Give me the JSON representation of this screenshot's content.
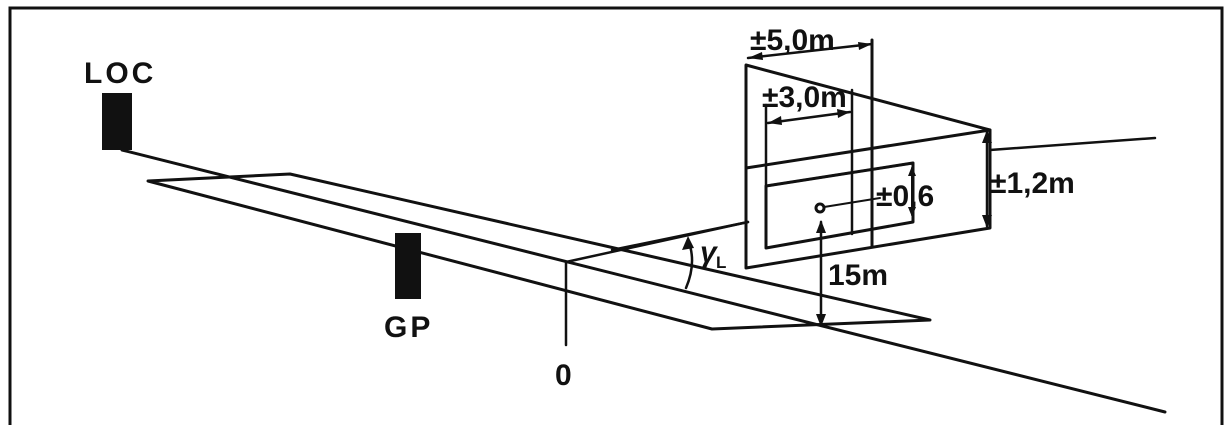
{
  "labels": {
    "loc": "LOC",
    "gp": "GP",
    "origin": "0",
    "height": "15m",
    "angle_symbol": "γ",
    "angle_subscript": "L",
    "width_outer": "±5,0m",
    "width_inner": "±3,0m",
    "height_outer": "±1,2m",
    "height_inner": "±0,6"
  },
  "colors": {
    "line": "#111111",
    "background": "#ffffff"
  }
}
